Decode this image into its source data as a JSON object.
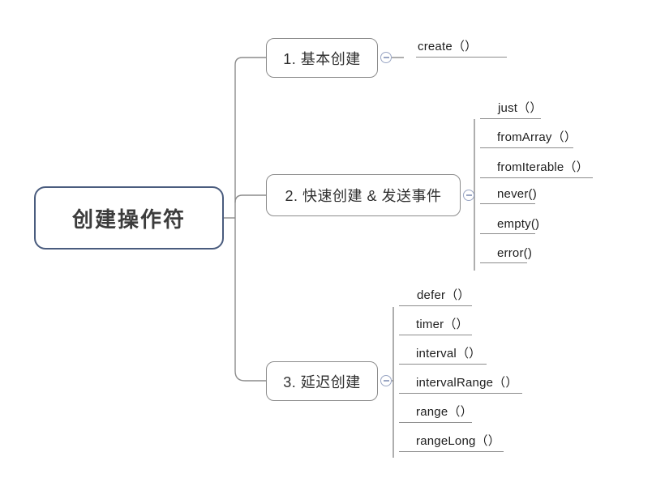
{
  "diagram": {
    "type": "mind-map",
    "title": "创建操作符",
    "background_color": "#ffffff",
    "root_border_color": "#4a5c7e",
    "branch_border_color": "#8c8c8c",
    "connector_color": "#8c8c8c",
    "toggle_color": "#9aa6c4",
    "toggle_icon": "minus-circle-icon"
  },
  "root": {
    "label": "创建操作符"
  },
  "branches": [
    {
      "id": "branch-1",
      "label": "1. 基本创建",
      "toggle_state": "expanded",
      "leaves": [
        {
          "label": "create（）"
        }
      ]
    },
    {
      "id": "branch-2",
      "label": "2. 快速创建 & 发送事件",
      "toggle_state": "expanded",
      "leaves": [
        {
          "label": "just（）"
        },
        {
          "label": "fromArray（）"
        },
        {
          "label": "fromIterable（）"
        },
        {
          "label": "never()"
        },
        {
          "label": "empty()"
        },
        {
          "label": "error()"
        }
      ]
    },
    {
      "id": "branch-3",
      "label": "3. 延迟创建",
      "toggle_state": "expanded",
      "leaves": [
        {
          "label": "defer（）"
        },
        {
          "label": "timer（）"
        },
        {
          "label": "interval（）"
        },
        {
          "label": "intervalRange（）"
        },
        {
          "label": "range（）"
        },
        {
          "label": "rangeLong（）"
        }
      ]
    }
  ]
}
